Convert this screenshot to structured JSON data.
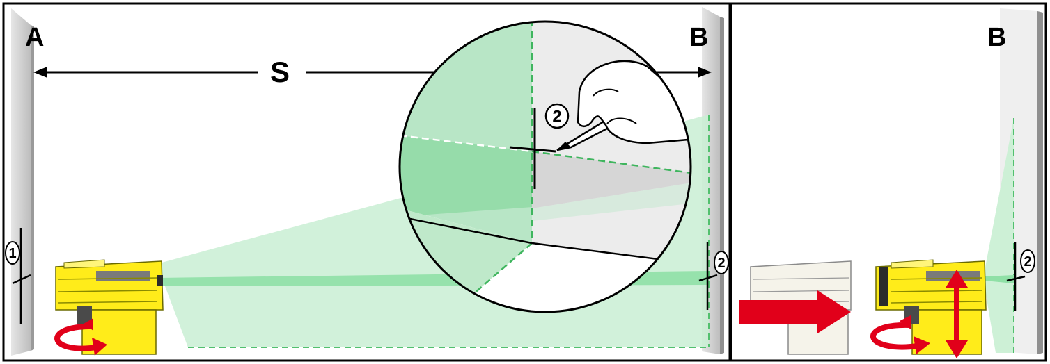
{
  "panel1": {
    "wall_a_label": "A",
    "wall_b_label": "B",
    "distance_label": "S",
    "mark_1": "1",
    "mark_2": "2",
    "zoom_mark": "2"
  },
  "panel2": {
    "wall_b_label": "B",
    "mark_2": "2"
  },
  "colors": {
    "laser_green": "#7fd99a",
    "arrow_red": "#e1001a",
    "device_yellow": "#ffec1a",
    "wall_grey": "#cfcfcf"
  },
  "icons": [
    "rotate-arrow-icon",
    "move-right-arrow-icon",
    "up-down-arrow-icon",
    "pencil-hand-icon"
  ]
}
